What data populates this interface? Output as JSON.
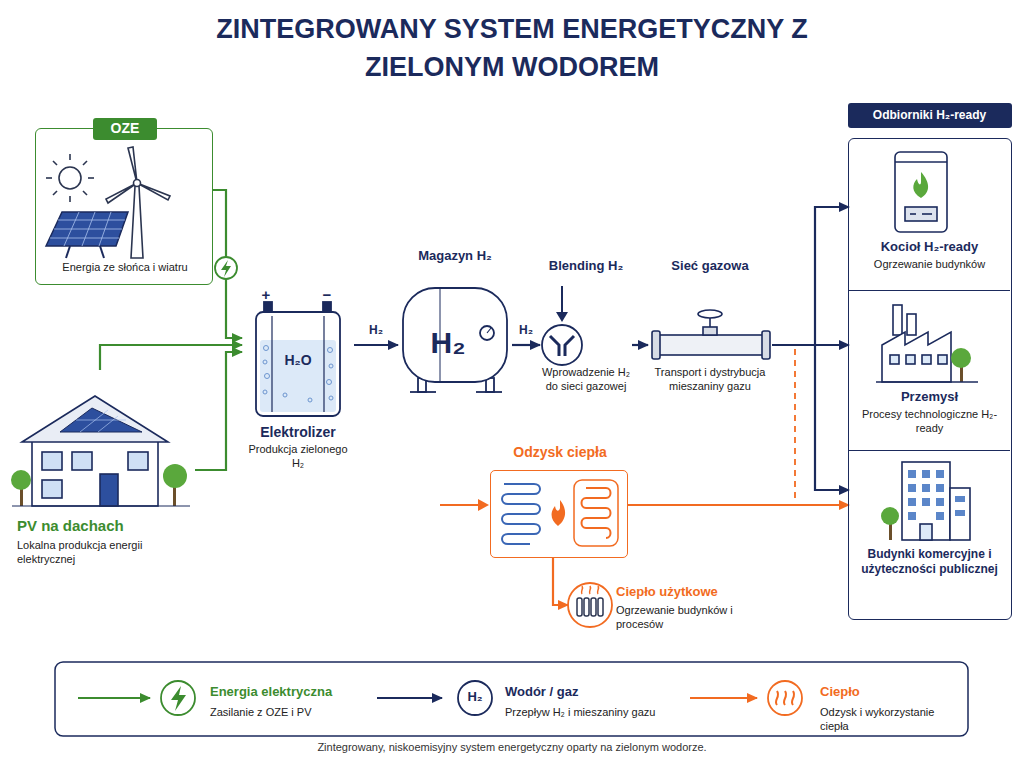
{
  "diagram": {
    "title": "ZINTEGROWANY SYSTEM ENERGETYCZNY Z ZIELONYM WODOREM",
    "caption": "Zintegrowany, niskoemisyjny system energetyczny oparty na zielonym wodorze.",
    "nodes": [
      {
        "text": [
          "OZE",
          "Energia ze słońca i wiatru"
        ]
      },
      {
        "text": [
          "PV na dachach",
          "Lokalna produkcja energii elektrycznej"
        ]
      },
      {
        "text": [
          "H₂O",
          "Elektrolizer",
          "Produkcja zielonego H₂"
        ]
      },
      {
        "text": [
          "Magazyn H₂",
          "H₂"
        ]
      },
      {
        "text": [
          "Blending H₂",
          "Wprowadzenie H₂ do sieci gazowej"
        ]
      },
      {
        "text": [
          "Sieć gazowa",
          "Transport i dystrybucja mieszaniny gazu"
        ]
      },
      {
        "text": [
          "Odbiorniki H₂-ready"
        ]
      },
      {
        "text": [
          "Kocioł H₂-ready",
          "Ogrzewanie budynków"
        ],
        "in": 6
      },
      {
        "text": [
          "Przemysł",
          "Procesy technologiczne H₂-ready"
        ],
        "in": 6
      },
      {
        "text": [
          "Budynki komercyjne i użyteczności publicznej"
        ],
        "in": 6
      },
      {
        "text": [
          "Odzysk ciepła"
        ]
      },
      {
        "text": [
          "Ciepło użytkowe",
          "Ogrzewanie budynków i procesów"
        ]
      }
    ],
    "edges": [
      {
        "from": 0,
        "to": 2,
        "arrow": "to"
      },
      {
        "from": 1,
        "to": 2,
        "arrow": "to"
      },
      {
        "from": 1,
        "to": 2,
        "arrow": "to"
      },
      {
        "from": 2,
        "to": 3,
        "label": "H₂",
        "arrow": "to"
      },
      {
        "from": 3,
        "to": 4,
        "label": "H₂",
        "arrow": "to"
      },
      {
        "from": 4,
        "to": 5,
        "arrow": "to"
      },
      {
        "from": 5,
        "to": 7,
        "arrow": "to"
      },
      {
        "from": 5,
        "to": 8,
        "arrow": "to"
      },
      {
        "from": 5,
        "to": 9,
        "arrow": "to"
      },
      {
        "from": 10,
        "to": 9,
        "arrow": "to"
      },
      {
        "from": 10,
        "to": 11,
        "arrow": "to"
      }
    ],
    "labels": [
      "+",
      "−",
      "Zasilanie z OZE i PV",
      "H₂",
      "Przepływ H₂ i mieszaniny gazu",
      "Odzysk i wykorzystanie ciepła"
    ],
    "legend": [
      {
        "text": "Energia elektryczna",
        "color": "#3c8c2f"
      },
      {
        "text": "Wodór / gaz",
        "color": "#1b2a5c"
      },
      {
        "text": "Ciepło",
        "color": "#f26b21"
      }
    ]
  }
}
